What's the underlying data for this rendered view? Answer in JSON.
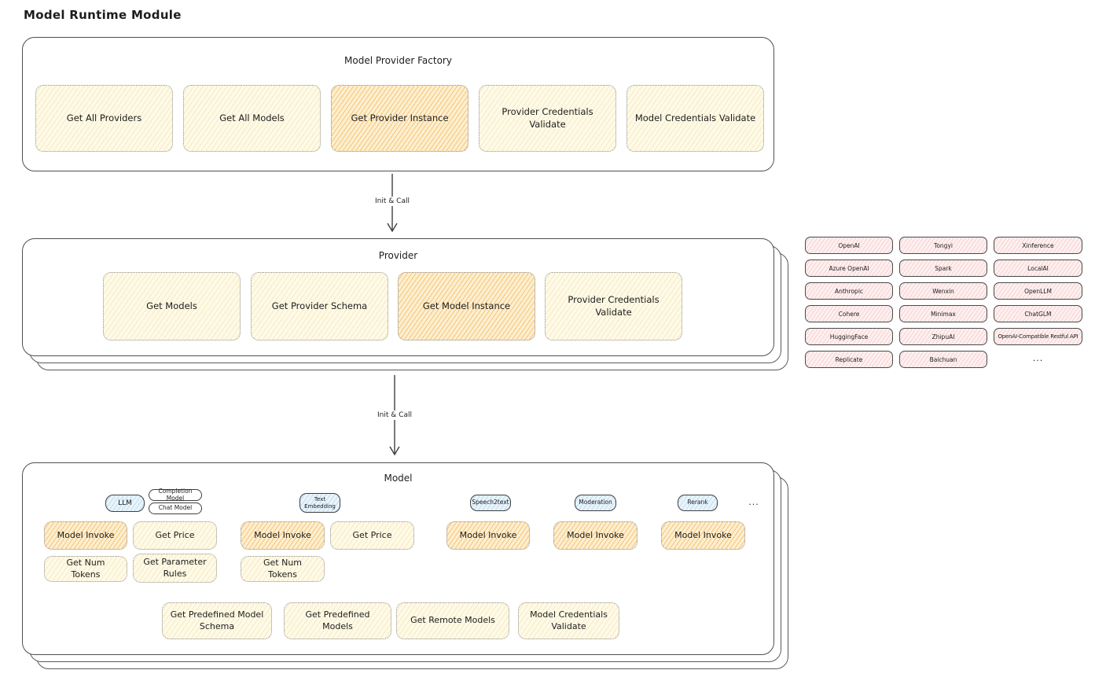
{
  "title": "Model Runtime Module",
  "colors": {
    "node_yellow": "#fefae8",
    "node_highlight_orange": "#fcefd2",
    "tab_blue": "#e9f4fb",
    "provider_pink": "#fdf0f0",
    "line": "#3f3f3f"
  },
  "factory": {
    "title": "Model Provider Factory",
    "items": [
      {
        "label": "Get All Providers",
        "highlight": false
      },
      {
        "label": "Get All Models",
        "highlight": false
      },
      {
        "label": "Get Provider Instance",
        "highlight": true
      },
      {
        "label": "Provider Credentials Validate",
        "highlight": false
      },
      {
        "label": "Model Credentials Validate",
        "highlight": false
      }
    ]
  },
  "connections": [
    {
      "label": "Init & Call"
    },
    {
      "label": "Init & Call"
    }
  ],
  "provider": {
    "title": "Provider",
    "items": [
      {
        "label": "Get Models",
        "highlight": false
      },
      {
        "label": "Get Provider Schema",
        "highlight": false
      },
      {
        "label": "Get Model Instance",
        "highlight": true
      },
      {
        "label": "Provider Credentials Validate",
        "highlight": false
      }
    ]
  },
  "providers_grid": {
    "columns": [
      [
        "OpenAI",
        "Azure OpenAI",
        "Anthropic",
        "Cohere",
        "HuggingFace",
        "Replicate"
      ],
      [
        "Tongyi",
        "Spark",
        "Wenxin",
        "Minimax",
        "ZhipuAI",
        "Baichuan"
      ],
      [
        "Xinference",
        "LocalAI",
        "OpenLLM",
        "ChatGLM",
        "OpenAI-Compatible Restful API"
      ]
    ],
    "more_label": "..."
  },
  "model": {
    "title": "Model",
    "types": [
      {
        "tab": "LLM",
        "subtabs": [
          "Completion Model",
          "Chat Model"
        ],
        "ops_row1": [
          "Model Invoke",
          "Get Price"
        ],
        "ops_row2": [
          "Get Num Tokens",
          "Get Parameter Rules"
        ]
      },
      {
        "tab": "Text Embedding",
        "ops_row1": [
          "Model Invoke",
          "Get Price"
        ],
        "ops_row2": [
          "Get Num Tokens"
        ]
      },
      {
        "tab": "Speech2text",
        "ops_row1": [
          "Model Invoke"
        ]
      },
      {
        "tab": "Moderation",
        "ops_row1": [
          "Model Invoke"
        ]
      },
      {
        "tab": "Rerank",
        "ops_row1": [
          "Model Invoke"
        ]
      }
    ],
    "more_label": "...",
    "shared_ops": [
      "Get Predefined Model Schema",
      "Get Predefined Models",
      "Get Remote Models",
      "Model Credentials Validate"
    ]
  }
}
